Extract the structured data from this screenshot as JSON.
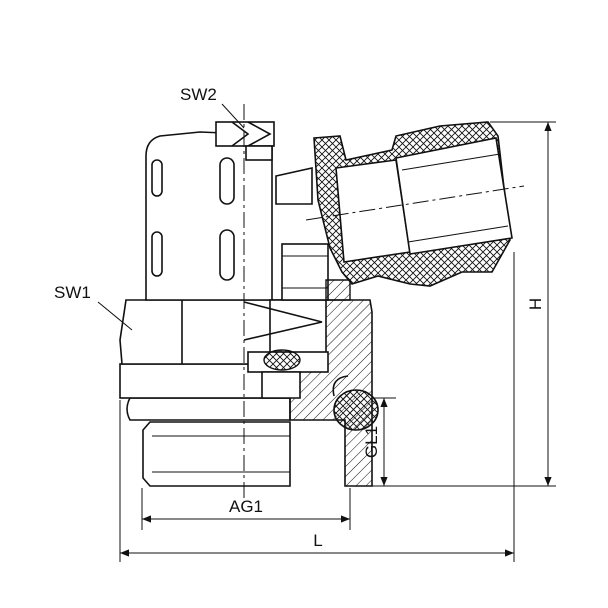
{
  "labels": {
    "sw2": "SW2",
    "sw1": "SW1",
    "ag1": "AG1",
    "l": "L",
    "h": "H",
    "gl1": "GL1"
  },
  "colors": {
    "line": "#111111",
    "background": "#ffffff"
  }
}
